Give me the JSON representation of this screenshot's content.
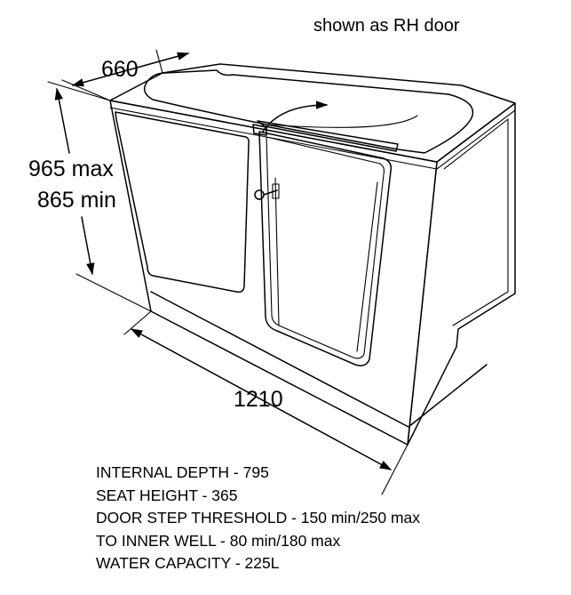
{
  "diagram": {
    "caption": "shown as RH door",
    "dimensions": {
      "width": "660",
      "height_max": "965 max",
      "height_min": "865 min",
      "length": "1210"
    },
    "specs": [
      "INTERNAL DEPTH - 795",
      "SEAT HEIGHT - 365",
      "DOOR STEP THRESHOLD - 150 min/250 max",
      "TO INNER WELL - 80 min/180 max",
      "WATER CAPACITY - 225L"
    ]
  }
}
